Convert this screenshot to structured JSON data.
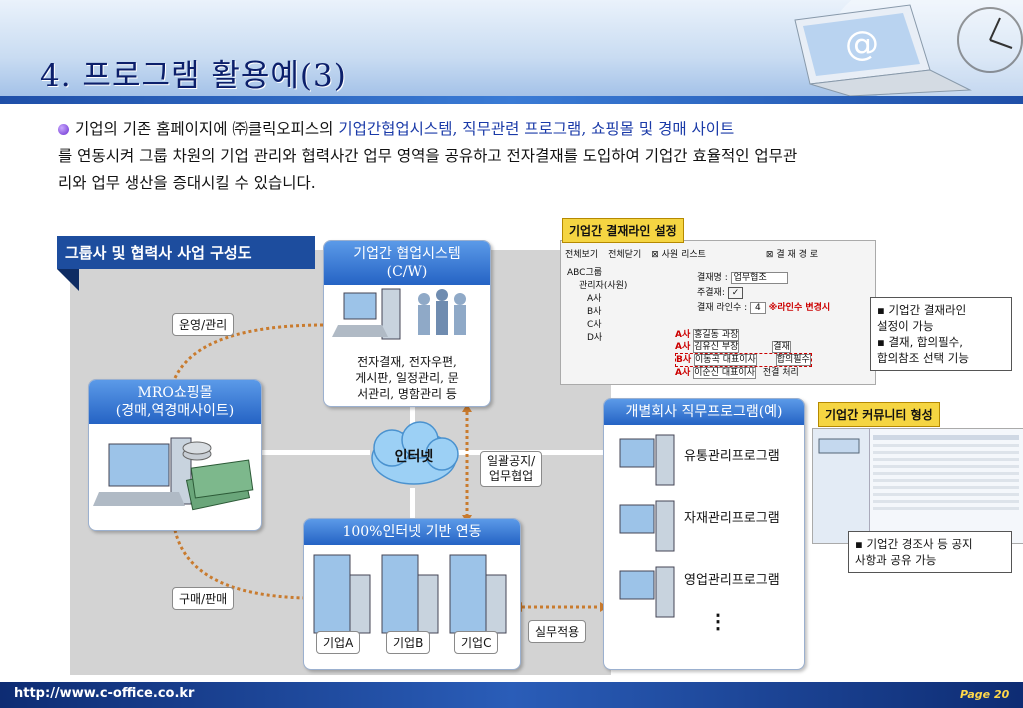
{
  "header": {
    "title": "4. 프로그램 활용예(3)"
  },
  "intro": {
    "line1_pre": "기업의 기존 홈페이지에 ㈜클릭오피스의 ",
    "line1_hl": "기업간협업시스템, 직무관련 프로그램, 쇼핑몰 및 경매 사이트",
    "line2": " 를 연동시켜 그룹 차원의 기업 관리와 협력사간 업무 영역을 공유하고 전자결재를 도입하여 기업간 효율적인 업무관",
    "line3": " 리와 업무 생산을 증대시킬 수 있습니다."
  },
  "diagram": {
    "title": "그룹사 및 협력사 사업 구성도",
    "collab_title": "기업간 협업시스템\n(C/W)",
    "collab_desc": "전자결재, 전자우편,\n게시판, 일정관리, 문\n서관리, 명함관리 등",
    "mro_title": "MRO쇼핑몰\n(경매,역경매사이트)",
    "internet": "인터넷",
    "base_title": "100%인터넷 기반 연동",
    "companies": [
      "기업A",
      "기업B",
      "기업C"
    ],
    "ops_label": "운영/관리",
    "notice_label": "일괄공지/\n업무협업",
    "trade_label": "구매/판매",
    "duty_label": "실무적용",
    "job_title": "개별회사 직무프로그램(예)",
    "programs": [
      "유통관리프로그램",
      "자재관리프로그램",
      "영업관리프로그램"
    ],
    "more": "⋮"
  },
  "right": {
    "approval_tag": "기업간 결재라인 설정",
    "approval_note": "▪ 기업간 결재라인\n설정이 가능\n▪ 결재, 합의필수,\n합의참조 선택 기능",
    "community_tag": "기업간 커뮤니티 형성",
    "community_note": "▪ 기업간 경조사 등 공지\n  사항과 공유 가능",
    "approval_shot": {
      "toolbar": [
        "전체보기",
        "전체닫기",
        "⊠ 사원 리스트",
        "⊠ 결 재 경 로"
      ],
      "tree": [
        "ABC그룹",
        "관리자(사원)",
        "A사",
        "B사",
        "C사",
        "D사"
      ],
      "fields": [
        "결재명 :",
        "업무협조",
        "주결재:",
        "결재 라인수 :",
        "4",
        "※라인수 변경시"
      ],
      "lines": [
        {
          "co": "A사",
          "name": "홍길동 과장",
          "opt": ""
        },
        {
          "co": "A사",
          "name": "김유신 부장",
          "opt": "결재"
        },
        {
          "co": "B사",
          "name": "이동곡 대표이사",
          "opt": "합의필수"
        },
        {
          "co": "A사",
          "name": "이순신 대표이사",
          "opt": "전결 처리"
        }
      ]
    }
  },
  "footer": {
    "url": "http://www.c-office.co.kr",
    "page": "Page 20"
  }
}
